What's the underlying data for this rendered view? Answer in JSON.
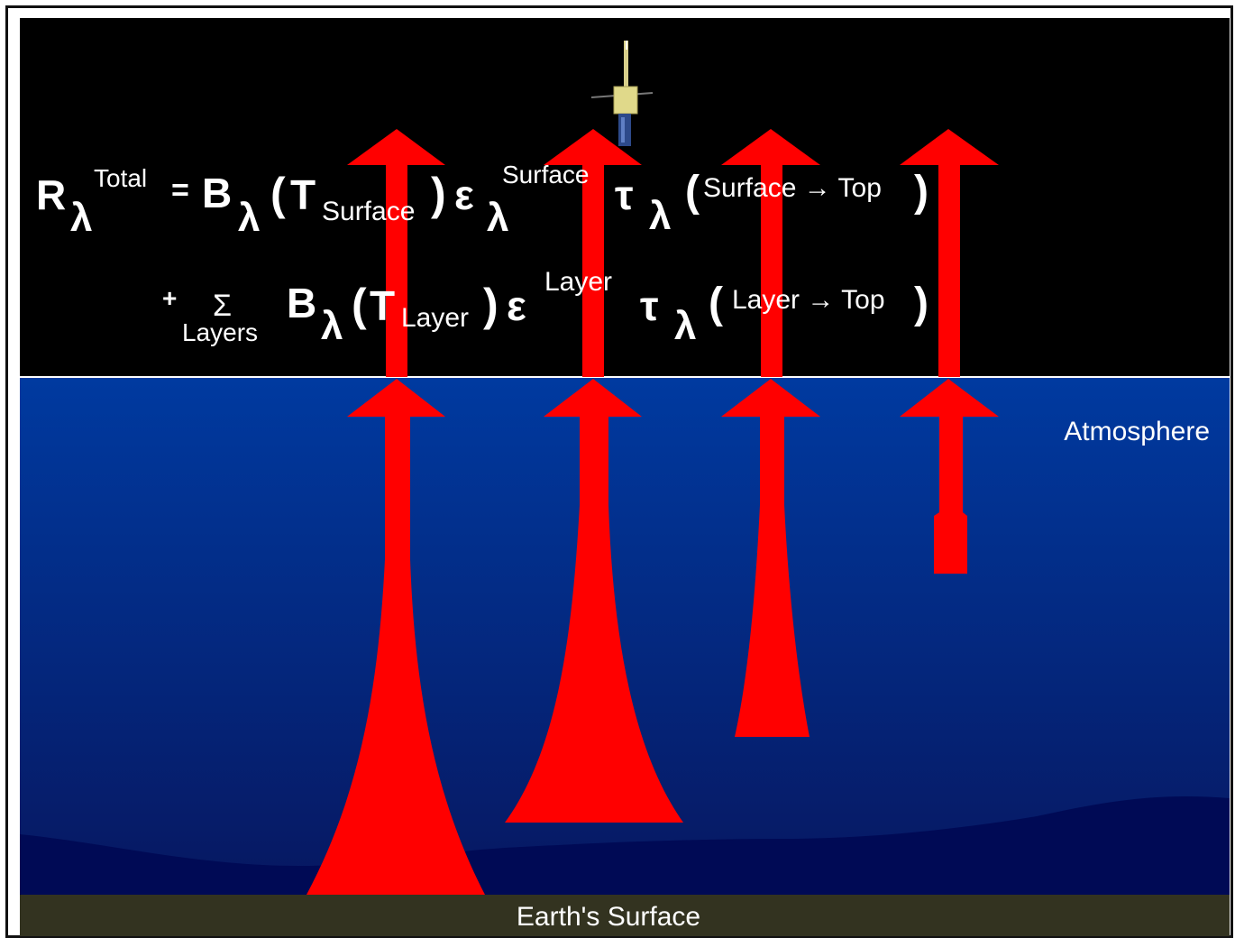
{
  "colors": {
    "space": "#000000",
    "atmosphere_top": "#003aa0",
    "atmosphere_bottom": "#071760",
    "mountains": "#000a55",
    "ground": "#333320",
    "arrow": "#ff0000",
    "text": "#ffffff"
  },
  "equation": {
    "line1": {
      "R": "R",
      "lambda": "λ",
      "total": "Total",
      "equals": "=",
      "B": "B",
      "lambda2": "λ",
      "open1": "(",
      "T": "T",
      "t_sub": "Surface",
      "close1": ")",
      "epsilon": "ε",
      "eps_sup": "Surface",
      "lambda3": "λ",
      "tau": "τ",
      "lambda4": "λ",
      "open2": "(",
      "path": "Surface → Top",
      "close2": ")"
    },
    "line2": {
      "plus": "+",
      "sigma": "Σ",
      "sigma_sub": "Layers",
      "B": "B",
      "lambda": "λ",
      "open1": "(",
      "T": "T",
      "t_sub": "Layer",
      "close1": ")",
      "epsilon": "ε",
      "eps_sup": "Layer",
      "tau": "τ",
      "lambda2": "λ",
      "open2": "(",
      "path": "Layer → Top",
      "close2": ")"
    }
  },
  "labels": {
    "atmosphere": "Atmosphere",
    "surface": "Earth's Surface"
  },
  "icons": {
    "satellite": "satellite-icon"
  }
}
